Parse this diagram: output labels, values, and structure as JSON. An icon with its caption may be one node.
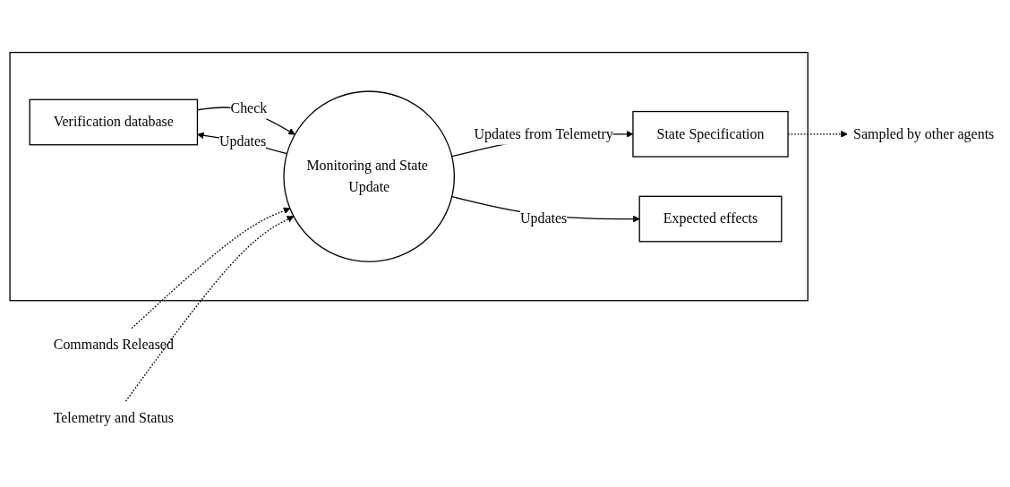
{
  "diagram": {
    "nodes": [
      {
        "text": [
          "Sampled by other agents"
        ]
      },
      {
        "text": [],
        "shape": "box"
      },
      {
        "text": [
          "State Specification"
        ],
        "in": 1
      },
      {
        "text": [
          "Verification database"
        ],
        "in": 1
      },
      {
        "text": [
          "Monitoring and State Update"
        ],
        "in": 1
      },
      {
        "text": [
          "Expected effects"
        ],
        "in": 1
      },
      {
        "text": [
          "Commands Released"
        ]
      },
      {
        "text": [
          "Telemetry and Status"
        ]
      }
    ],
    "edges": [
      {
        "from": 2,
        "to": 0,
        "arrow": "to",
        "style": "dashed"
      },
      {
        "from": 4,
        "to": 2,
        "arrow": "to",
        "label": "Updates from Telemetry"
      },
      {
        "from": 4,
        "to": 3,
        "arrow": "to",
        "label": "Updates"
      },
      {
        "from": 3,
        "to": 4,
        "arrow": "to",
        "label": "Check"
      },
      {
        "from": 4,
        "to": 5,
        "arrow": "to",
        "label": "Updates"
      },
      {
        "from": 6,
        "to": 4,
        "arrow": "to",
        "style": "dashed"
      },
      {
        "from": 7,
        "to": 4,
        "arrow": "to",
        "style": "dashed"
      }
    ]
  }
}
